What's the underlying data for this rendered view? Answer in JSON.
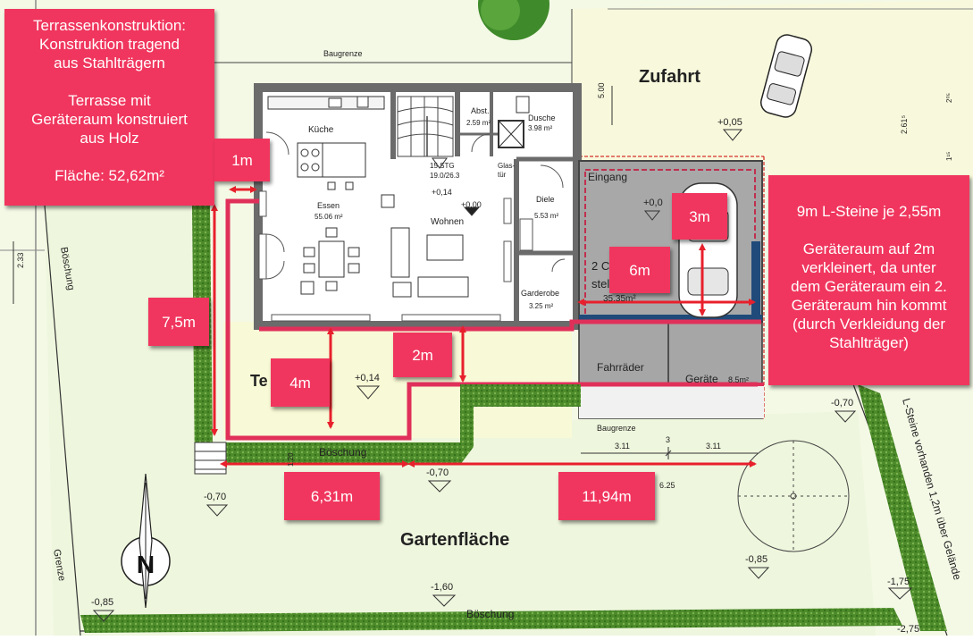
{
  "plan": {
    "zufahrt": "Zufahrt",
    "gartenflaeche": "Gartenfläche",
    "baugrenze": "Baugrenze",
    "boeschung": "Böschung",
    "grenze": "Grenze",
    "north": "N",
    "rooms": {
      "kueche": "Küche",
      "essen": "Essen",
      "essen_area": "55.06 m²",
      "wohnen": "Wohnen",
      "stg": "15 STG",
      "stg_ratio": "19.0/26.3",
      "abst": "Abst.",
      "abst_area": "2.59 m²",
      "dusche": "Dusche",
      "dusche_area": "3.98 m²",
      "glastuer_1": "Glas-",
      "glastuer_2": "tür",
      "diele": "Diele",
      "diele_area": "5.53 m²",
      "garderobe": "Garderobe",
      "garderobe_area": "3.25 m²",
      "eingang": "Eingang",
      "carport_1": "2 C",
      "carport_2": "stel",
      "carport_area": "35.35m²",
      "fahrraeder": "Fahrräder",
      "geraete": "Geräte",
      "geraete_area": "8.5m²",
      "terrasse_partial": "Te"
    },
    "levels": {
      "p005": "+0,05",
      "p014_in": "+0,14",
      "p000": "+0,00",
      "p00_eingang": "+0,0",
      "p014_ter": "+0,14",
      "m070_left": "-0,70",
      "m070_mid": "-0,70",
      "m070_right": "-0,70",
      "m085_left": "-0,85",
      "m085_right": "-0,85",
      "m160": "-1,60",
      "m175": "-1,75",
      "m275": "-2,75"
    },
    "dims": {
      "d500": "5.00",
      "d233": "2.33",
      "d120": "1.20",
      "d311a": "3.11",
      "d3": "3",
      "d311b": "3.11",
      "d625": "6.25",
      "d261": "2.61⁵",
      "d205": "2⁰⁵",
      "d115": "1¹⁵"
    },
    "side_note": "L-Steine vorhanden 1,2m über Gelände",
    "boeschung_left": "Böschung"
  },
  "callouts": {
    "top_left": "Terrassenkonstruktion:\nKonstruktion tragend\naus Stahlträgern\n\nTerrasse mit\nGeräteraum konstruiert\naus Holz\n\nFläche: 52,62m²",
    "right": "9m L-Steine je 2,55m\n\nGeräteraum auf 2m\nverkleinert, da unter\ndem  Geräteraum ein 2.\nGeräteraum hin kommt\n(durch Verkleidung der\nStahlträger)",
    "m1": "1m",
    "m3": "3m",
    "m6": "6m",
    "m75": "7,5m",
    "m2": "2m",
    "m4": "4m",
    "m631": "6,31m",
    "m1194": "11,94m"
  },
  "colors": {
    "accent": "#f0365e",
    "arrow": "#e8202c",
    "outline": "#e0305a",
    "lawn": "#f7f8d9",
    "lawn_green": "#eef6dd",
    "hedge": "#4c8a2a",
    "wall": "#6b6b6b",
    "carport": "#a3a3a3"
  }
}
